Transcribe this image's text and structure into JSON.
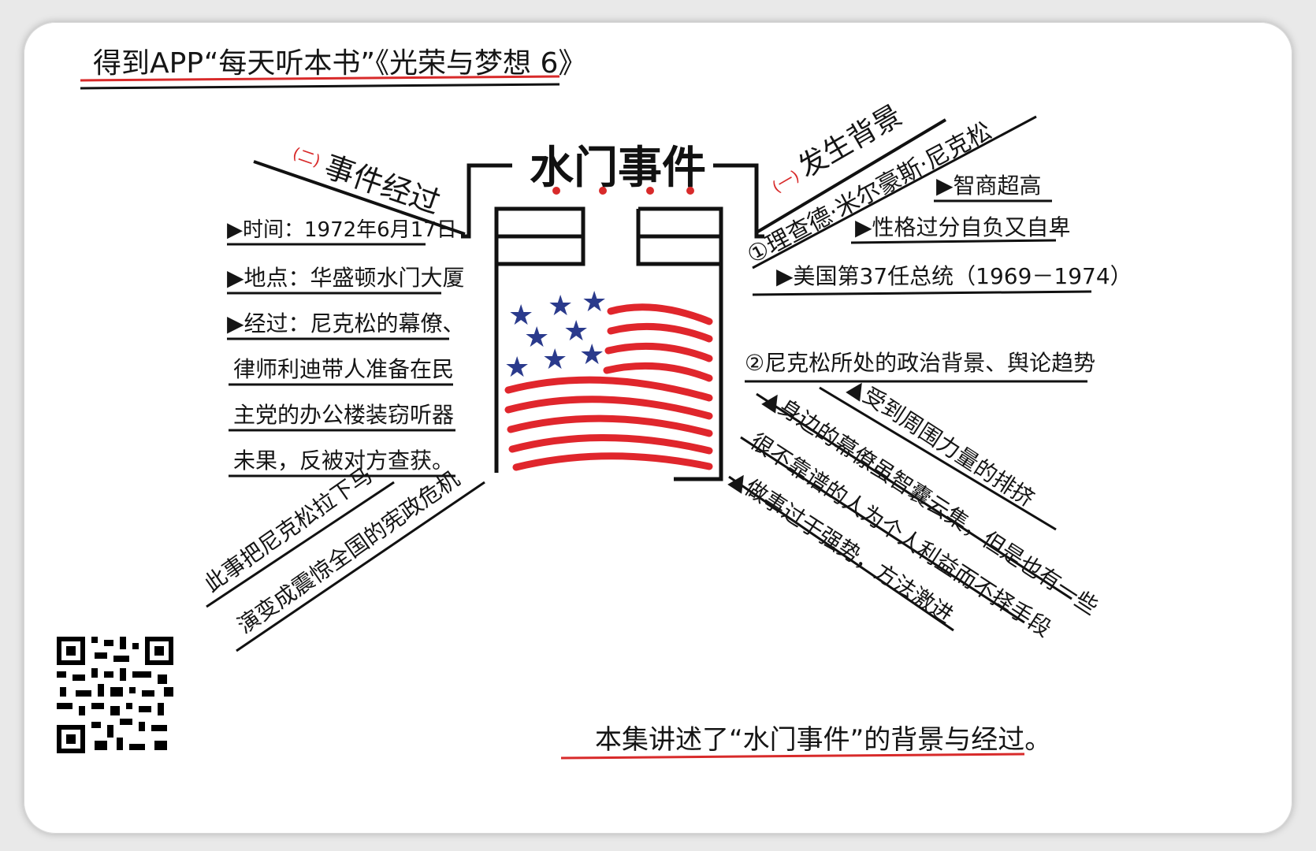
{
  "header": {
    "title": "得到APP“每天听本书”《光荣与梦想 6》"
  },
  "center": {
    "title": "水门事件"
  },
  "section_event": {
    "heading_num": "(二)",
    "heading": "事件经过",
    "lines": [
      "▶时间：1972年6月17日",
      "▶地点：华盛顿水门大厦",
      "▶经过：尼克松的幕僚、",
      "律师利迪带人准备在民",
      "主党的办公楼装窃听器",
      "未果，反被对方查获。"
    ],
    "outcome": [
      "此事把尼克松拉下马",
      "演变成震惊全国的宪政危机"
    ]
  },
  "section_background": {
    "heading_num": "(一)",
    "heading": "发生背景",
    "person": "①理查德·米尔豪斯·尼克松",
    "traits": [
      "▶智商超高",
      "▶性格过分自负又自卑"
    ],
    "role": "▶美国第37任总统（1969－1974）",
    "politics_title": "②尼克松所处的政治背景、舆论趋势",
    "politics_items": [
      "▲受到周围力量的排挤",
      "▲身边的幕僚虽智囊云集，但是也有一些",
      "很不靠谱的人为个人利益而不择手段",
      "▲做事过于强势，方法激进"
    ]
  },
  "footer": {
    "summary": "本集讲述了“水门事件”的背景与经过。"
  },
  "qr": {
    "label": "qr-code"
  },
  "colors": {
    "ink": "#111111",
    "red": "#d82a2a",
    "blue": "#2a3a8c",
    "flag_red": "#e0262c"
  }
}
